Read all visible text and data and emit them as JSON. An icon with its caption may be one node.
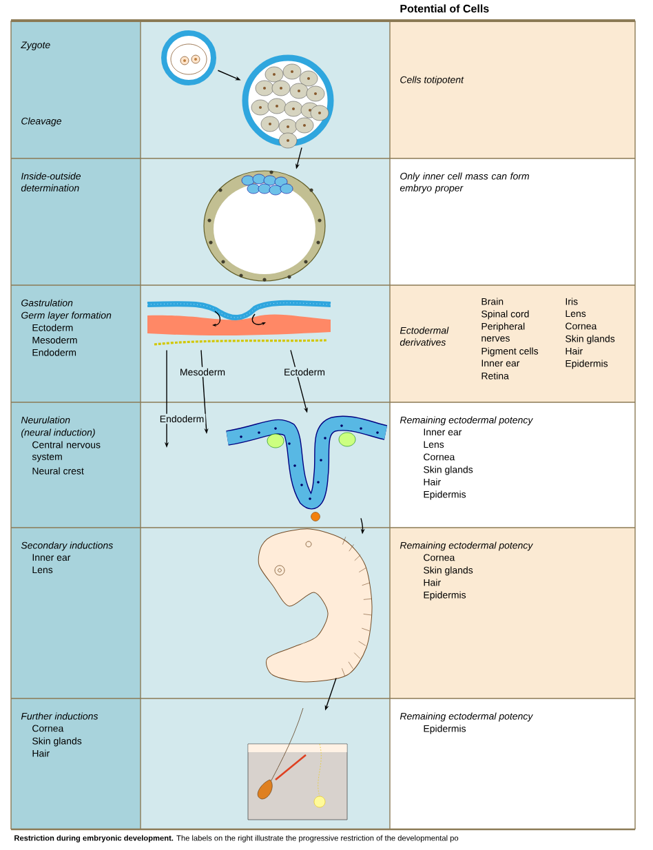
{
  "diagram": {
    "caption": "**Restriction during embryonic development.** The labels on the right illustrate the progressive restriction of the developmental po",
    "nodes": [
      {
        "text": [],
        "shape": "picture"
      },
      {
        "text": [],
        "shape": "picture"
      },
      {
        "text": [],
        "shape": "picture"
      },
      {
        "text": [],
        "shape": "picture"
      },
      {
        "text": [],
        "shape": "picture"
      },
      {
        "text": [],
        "shape": "picture"
      },
      {
        "text": [],
        "shape": "picture"
      }
    ],
    "edges": [
      {
        "from": 0,
        "to": 1,
        "arrow": "to"
      },
      {
        "from": 1,
        "to": 2,
        "arrow": "to"
      },
      {
        "from": 3,
        "to": null,
        "arrow": "to",
        "label": "Endoderm"
      },
      {
        "from": 3,
        "to": null,
        "arrow": "to",
        "label": "Mesoderm"
      },
      {
        "from": 3,
        "to": 4,
        "arrow": "to",
        "label": "Ectoderm"
      },
      {
        "from": 4,
        "to": 5,
        "arrow": "to"
      },
      {
        "from": 5,
        "to": 6,
        "arrow": "to"
      }
    ],
    "labels": [
      "Potential of Cells",
      "Zygote",
      "Cleavage",
      "Cells totipotent",
      "Inside-outside determination",
      "Only inner cell mass can form embryo proper",
      "Gastrulation",
      "Germ layer formation",
      "Ectoderm",
      "Mesoderm",
      "Endoderm",
      "Ectodermal derivatives",
      "Brain",
      "Spinal cord",
      "Peripheral nerves",
      "Pigment cells",
      "Inner ear",
      "Retina",
      "Iris",
      "Lens",
      "Cornea",
      "Skin glands",
      "Hair",
      "Epidermis",
      "Neurulation",
      "(neural induction)",
      "Central nervous system",
      "Neural crest",
      "Remaining ectodermal potency",
      "Inner ear",
      "Lens",
      "Cornea",
      "Skin glands",
      "Hair",
      "Epidermis",
      "Secondary inductions",
      "Inner ear",
      "Lens",
      "Remaining ectodermal potency",
      "Cornea",
      "Skin glands",
      "Hair",
      "Epidermis",
      "Further inductions",
      "Cornea",
      "Skin glands",
      "Hair",
      "Remaining ectodermal potency",
      "Epidermis"
    ]
  }
}
